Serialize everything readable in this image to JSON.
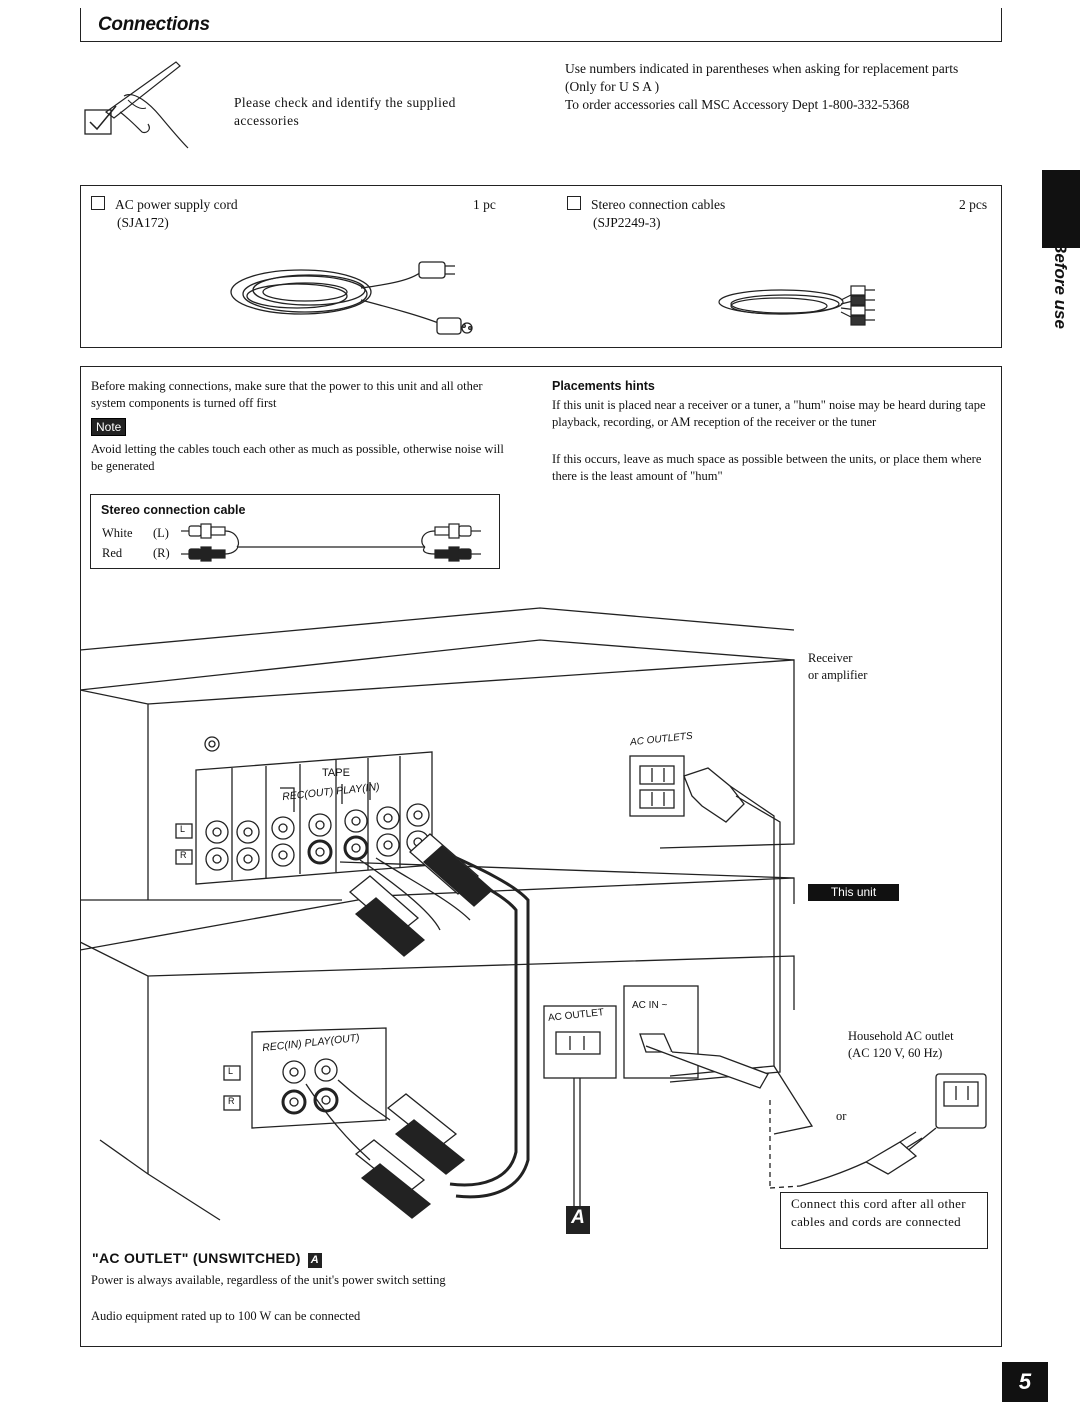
{
  "header": {
    "title": "Connections",
    "side_tab": "Before use"
  },
  "intro": {
    "check_text": "Please check and identify the supplied accessories",
    "right_line1": "Use numbers indicated in parentheses when asking for replacement parts",
    "right_line2": "(Only for U S A )",
    "right_line3": "To order accessories call MSC Accessory Dept 1-800-332-5368"
  },
  "accessories": [
    {
      "name": "AC power supply cord",
      "part": "(SJA172)",
      "qty": "1 pc"
    },
    {
      "name": "Stereo connection cables",
      "part": "(SJP2249-3)",
      "qty": "2 pcs"
    }
  ],
  "instructions": {
    "before_text": "Before making connections, make sure that the power to this unit and all other system components is turned off first",
    "note_label": "Note",
    "note_text": "Avoid letting the cables touch each other as much as possible, otherwise noise will be generated",
    "cable_box_title": "Stereo connection cable",
    "white_label": "White",
    "white_ch": "(L)",
    "red_label": "Red",
    "red_ch": "(R)",
    "hints_title": "Placements hints",
    "hints_p1": "If this unit is placed near a receiver or a tuner, a \"hum\" noise may be heard during tape playback, recording, or AM reception of the receiver or the tuner",
    "hints_p2": "If this occurs, leave as much space as possible between the units, or place them where there is the least amount of \"hum\""
  },
  "diagram": {
    "receiver_label_1": "Receiver",
    "receiver_label_2": "or amplifier",
    "ac_outlets": "AC OUTLETS",
    "tape": "TAPE",
    "rec_out_play_in": "REC(OUT) PLAY(IN)",
    "rec_in_play_out": "REC(IN) PLAY(OUT)",
    "this_unit": "This unit",
    "ac_outlet": "AC OUTLET",
    "ac_in": "AC IN ~",
    "household_1": "Household AC outlet",
    "household_2": "(AC 120 V, 60 Hz)",
    "or": "or",
    "connect_note": "Connect this cord after all other cables and cords are connected",
    "marker_a": "A",
    "ch_l": "L",
    "ch_r": "R"
  },
  "ac_outlet_section": {
    "heading": "\"AC OUTLET\" (UNSWITCHED)",
    "heading_marker": "A",
    "line1": "Power is always available, regardless of the unit's power switch setting",
    "line2": "Audio equipment rated up to 100 W can be connected"
  },
  "page_number": "5"
}
